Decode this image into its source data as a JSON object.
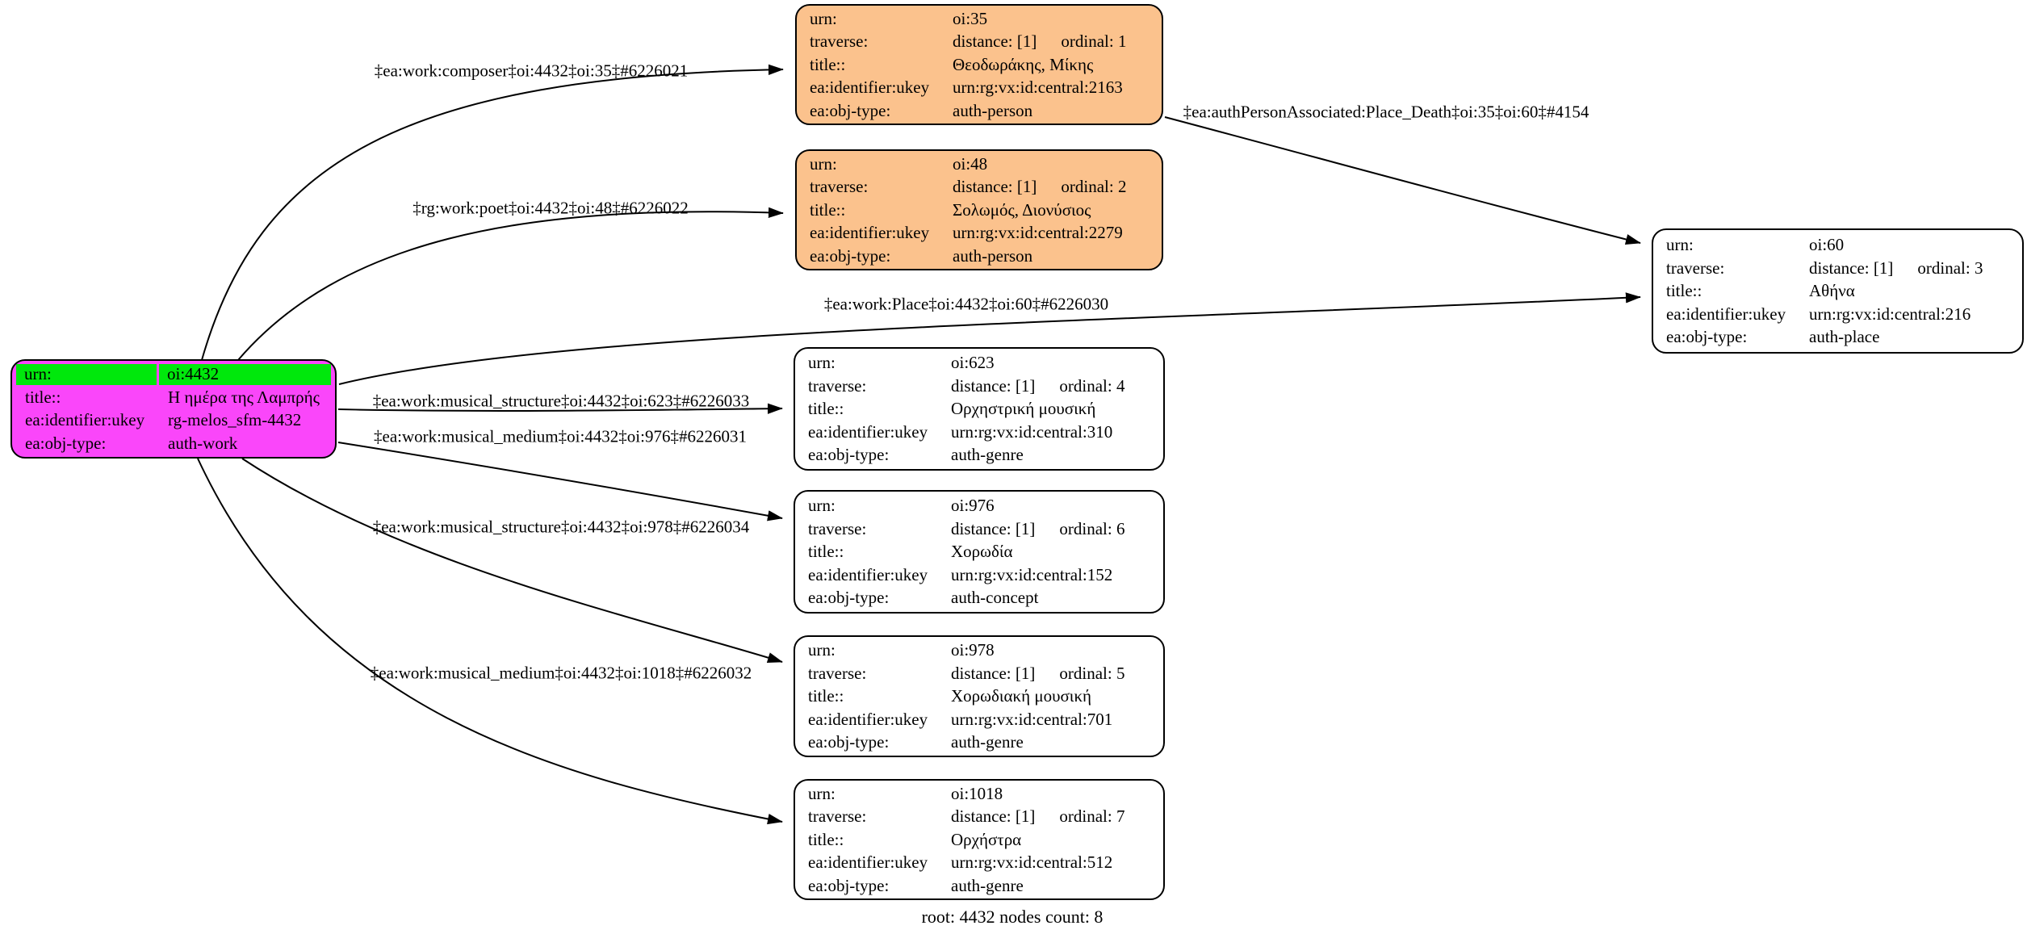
{
  "caption": "root: 4432 nodes count: 8",
  "colors": {
    "root_node_fill": "#fa46fa",
    "root_urn_highlight": "#00e80c",
    "person_node_fill": "#fbc28d",
    "plain_node_fill": "#ffffff",
    "line_color": "#000000"
  },
  "nodes": [
    {
      "id": "oi4432",
      "rows": [
        {
          "k": "urn:",
          "v": "oi:4432"
        },
        {
          "k": "title::",
          "v": "Η ημέρα της Λαμπρής"
        },
        {
          "k": "ea:identifier:ukey",
          "v": "rg-melos_sfm-4432"
        },
        {
          "k": "ea:obj-type:",
          "v": "auth-work"
        }
      ]
    },
    {
      "id": "oi35",
      "rows": [
        {
          "k": "urn:",
          "v": "oi:35"
        },
        {
          "k": "traverse:",
          "v": "distance: [1]",
          "v2": "ordinal: 1"
        },
        {
          "k": "title::",
          "v": "Θεοδωράκης, Μίκης"
        },
        {
          "k": "ea:identifier:ukey",
          "v": "urn:rg:vx:id:central:2163"
        },
        {
          "k": "ea:obj-type:",
          "v": "auth-person"
        }
      ]
    },
    {
      "id": "oi48",
      "rows": [
        {
          "k": "urn:",
          "v": "oi:48"
        },
        {
          "k": "traverse:",
          "v": "distance: [1]",
          "v2": "ordinal: 2"
        },
        {
          "k": "title::",
          "v": "Σολωμός, Διονύσιος"
        },
        {
          "k": "ea:identifier:ukey",
          "v": "urn:rg:vx:id:central:2279"
        },
        {
          "k": "ea:obj-type:",
          "v": "auth-person"
        }
      ]
    },
    {
      "id": "oi60",
      "rows": [
        {
          "k": "urn:",
          "v": "oi:60"
        },
        {
          "k": "traverse:",
          "v": "distance: [1]",
          "v2": "ordinal: 3"
        },
        {
          "k": "title::",
          "v": "Αθήνα"
        },
        {
          "k": "ea:identifier:ukey",
          "v": "urn:rg:vx:id:central:216"
        },
        {
          "k": "ea:obj-type:",
          "v": "auth-place"
        }
      ]
    },
    {
      "id": "oi623",
      "rows": [
        {
          "k": "urn:",
          "v": "oi:623"
        },
        {
          "k": "traverse:",
          "v": "distance: [1]",
          "v2": "ordinal: 4"
        },
        {
          "k": "title::",
          "v": "Ορχηστρική μουσική"
        },
        {
          "k": "ea:identifier:ukey",
          "v": "urn:rg:vx:id:central:310"
        },
        {
          "k": "ea:obj-type:",
          "v": "auth-genre"
        }
      ]
    },
    {
      "id": "oi976",
      "rows": [
        {
          "k": "urn:",
          "v": "oi:976"
        },
        {
          "k": "traverse:",
          "v": "distance: [1]",
          "v2": "ordinal: 6"
        },
        {
          "k": "title::",
          "v": "Χορωδία"
        },
        {
          "k": "ea:identifier:ukey",
          "v": "urn:rg:vx:id:central:152"
        },
        {
          "k": "ea:obj-type:",
          "v": "auth-concept"
        }
      ]
    },
    {
      "id": "oi978",
      "rows": [
        {
          "k": "urn:",
          "v": "oi:978"
        },
        {
          "k": "traverse:",
          "v": "distance: [1]",
          "v2": "ordinal: 5"
        },
        {
          "k": "title::",
          "v": "Χορωδιακή μουσική"
        },
        {
          "k": "ea:identifier:ukey",
          "v": "urn:rg:vx:id:central:701"
        },
        {
          "k": "ea:obj-type:",
          "v": "auth-genre"
        }
      ]
    },
    {
      "id": "oi1018",
      "rows": [
        {
          "k": "urn:",
          "v": "oi:1018"
        },
        {
          "k": "traverse:",
          "v": "distance: [1]",
          "v2": "ordinal: 7"
        },
        {
          "k": "title::",
          "v": "Ορχήστρα"
        },
        {
          "k": "ea:identifier:ukey",
          "v": "urn:rg:vx:id:central:512"
        },
        {
          "k": "ea:obj-type:",
          "v": "auth-genre"
        }
      ]
    }
  ],
  "edges": [
    {
      "label": "‡ea:work:composer‡oi:4432‡oi:35‡#6226021"
    },
    {
      "label": "‡rg:work:poet‡oi:4432‡oi:48‡#6226022"
    },
    {
      "label": "‡ea:authPersonAssociated:Place_Death‡oi:35‡oi:60‡#4154"
    },
    {
      "label": "‡ea:work:Place‡oi:4432‡oi:60‡#6226030"
    },
    {
      "label": "‡ea:work:musical_structure‡oi:4432‡oi:623‡#6226033"
    },
    {
      "label": "‡ea:work:musical_medium‡oi:4432‡oi:976‡#6226031"
    },
    {
      "label": "‡ea:work:musical_structure‡oi:4432‡oi:978‡#6226034"
    },
    {
      "label": "‡ea:work:musical_medium‡oi:4432‡oi:1018‡#6226032"
    }
  ]
}
